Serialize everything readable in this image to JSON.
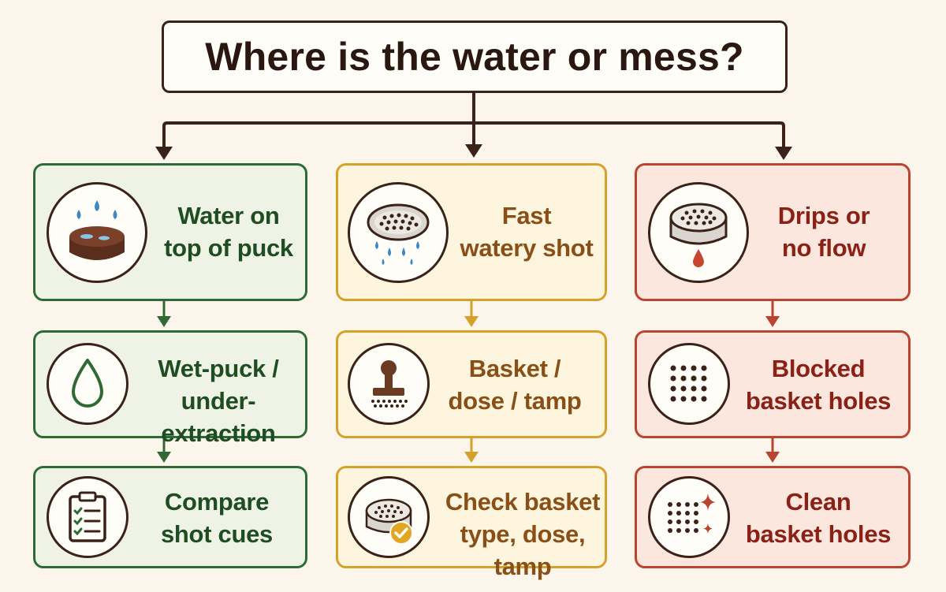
{
  "diagram": {
    "title": "Where is the water or mess?",
    "columns": [
      {
        "theme": "green",
        "accent": "#2f6a35",
        "nodes": [
          {
            "label": "Water on\ntop of puck",
            "icon": "wet-puck-icon"
          },
          {
            "label": "Wet-puck /\nunder-extraction",
            "icon": "water-drop-icon"
          },
          {
            "label": "Compare\nshot cues",
            "icon": "clipboard-checklist-icon"
          }
        ]
      },
      {
        "theme": "yellow",
        "accent": "#d4a12a",
        "nodes": [
          {
            "label": "Fast\nwatery shot",
            "icon": "shower-screen-drops-icon"
          },
          {
            "label": "Basket /\ndose / tamp",
            "icon": "tamper-icon"
          },
          {
            "label": "Check basket\ntype, dose, tamp",
            "icon": "basket-check-icon"
          }
        ]
      },
      {
        "theme": "red",
        "accent": "#b9442f",
        "nodes": [
          {
            "label": "Drips or\nno flow",
            "icon": "basket-drip-icon"
          },
          {
            "label": "Blocked\nbasket holes",
            "icon": "basket-holes-icon"
          },
          {
            "label": "Clean\nbasket holes",
            "icon": "sparkle-holes-icon"
          }
        ]
      }
    ],
    "colors": {
      "line": "#3b2219",
      "green": "#2f6a35",
      "yellow": "#d4a12a",
      "red": "#b9442f"
    }
  }
}
